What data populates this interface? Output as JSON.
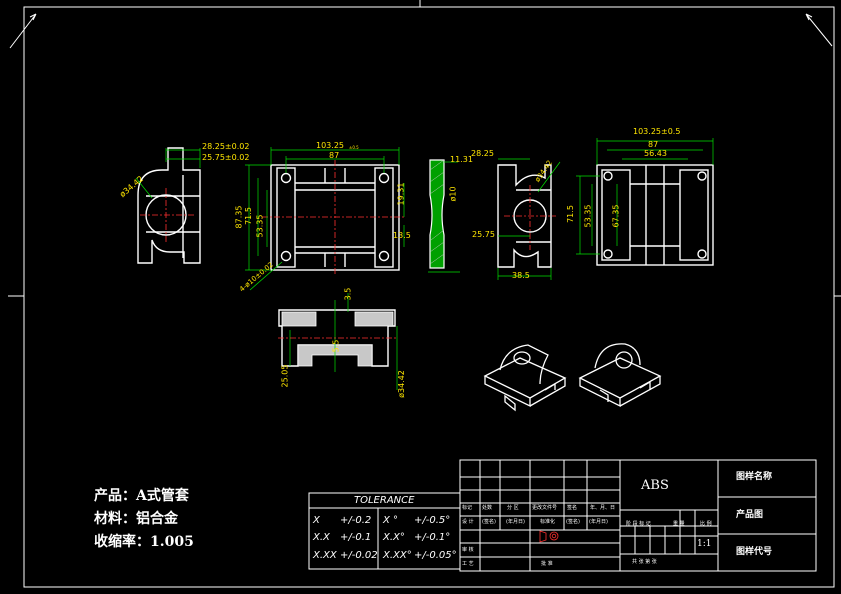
{
  "notes": {
    "product": "产品：A式管套",
    "material": "材料：铝合金",
    "shrink": "收缩率：1.005"
  },
  "dims": {
    "v1_w1": "28.25±0.02",
    "v1_w2": "25.75±0.02",
    "v1_dia": "ø34.42",
    "v2_top": "103.25",
    "v2_top_tol": "±0.5",
    "v2_mid": "87",
    "v2_h1": "87.35",
    "v2_h2": "71.5",
    "v2_h3": "53.35",
    "v2_side1": "19.31",
    "v2_side2": "13.5",
    "v2_holes": "4-ø10±0.02",
    "v3_top": "11.31",
    "v3_dia": "ø10",
    "v4_w1": "28.25",
    "v4_dia": "ø34.42",
    "v4_w2": "25.75",
    "v4_bot": "38.5",
    "v5_top": "103.25±0.5",
    "v5_mid": "87",
    "v5_inner": "56.43",
    "v5_h1": "71.5",
    "v5_h2": "53.35",
    "v5_h3": "67.35",
    "sec_top": "3.5",
    "sec_mid": "5.5",
    "sec_left": "25.05",
    "sec_right": "ø34.42"
  },
  "tolerance": {
    "title": "TOLERANCE",
    "rows": [
      [
        "X",
        "+/-0.2",
        "X °",
        "+/-0.5°"
      ],
      [
        "X.X",
        "+/-0.1",
        "X.X°",
        "+/-0.1°"
      ],
      [
        "X.XX",
        "+/-0.02",
        "X.XX°",
        "+/-0.05°"
      ]
    ]
  },
  "titleblock": {
    "material_code": "ABS",
    "drawing_name": "图样名称",
    "product_drawing": "产品图",
    "drawing_code": "图样代号",
    "scale": "1:1",
    "row_labels": [
      "标记",
      "处数",
      "分 区",
      "更改文件号",
      "签名",
      "年、月、日"
    ],
    "row2": [
      "设 计",
      "(签名)",
      "(年月日)",
      "标准化",
      "(签名)",
      "(年月日)"
    ],
    "stage": "阶 段 标 记",
    "weight": "重 量",
    "ratio": "比 例",
    "review": "审 核",
    "process": "工 艺",
    "approve": "批 准",
    "sheets": "共  张  第  张"
  }
}
